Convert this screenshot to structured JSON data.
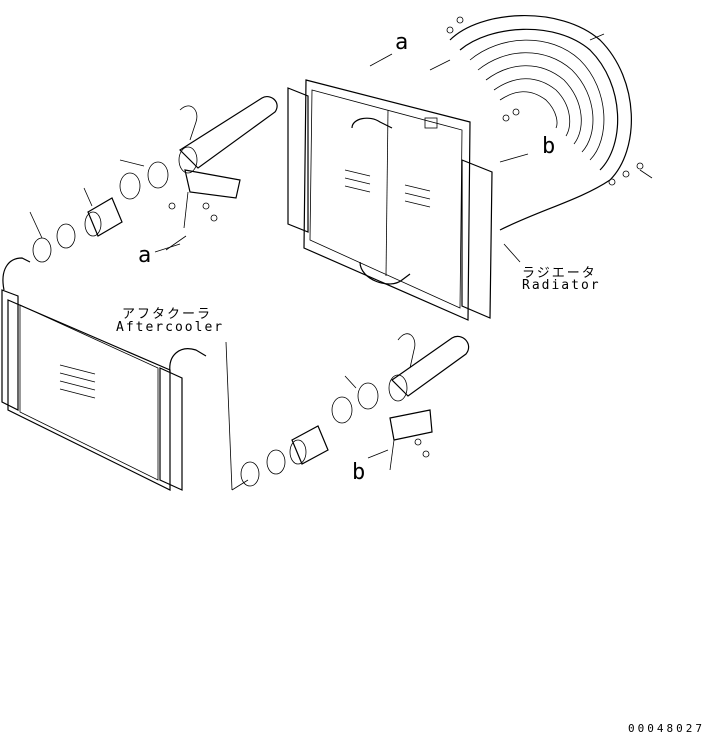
{
  "labels": {
    "callout_a": "a",
    "callout_b": "b",
    "aftercooler_jp": "アフタクーラ",
    "aftercooler_en": "Aftercooler",
    "radiator_jp": "ラジエータ",
    "radiator_en": "Radiator",
    "drawing_number": "00048027"
  }
}
